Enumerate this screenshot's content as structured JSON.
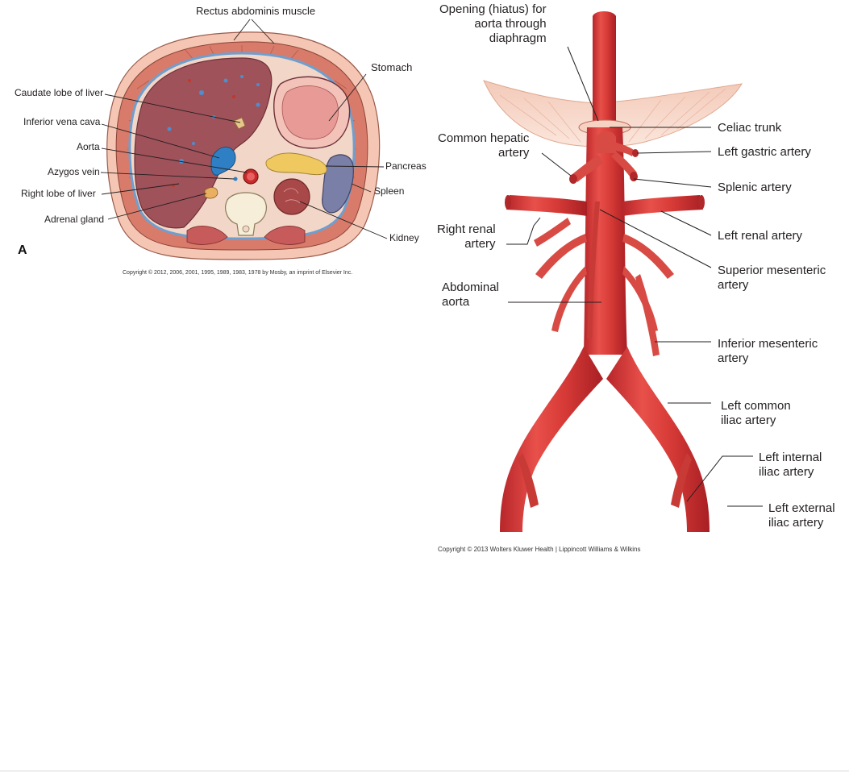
{
  "left_figure": {
    "panel_letter": "A",
    "labels": {
      "rectus": "Rectus abdominis muscle",
      "stomach": "Stomach",
      "caudate": "Caudate lobe of liver",
      "ivc": "Inferior vena cava",
      "aorta": "Aorta",
      "azygos": "Azygos vein",
      "right_lobe": "Right lobe of liver",
      "adrenal": "Adrenal gland",
      "pancreas": "Pancreas",
      "spleen": "Spleen",
      "kidney": "Kidney"
    },
    "copyright": "Copyright © 2012, 2006, 2001, 1995, 1989, 1983, 1978 by Mosby, an imprint of Elsevier Inc."
  },
  "right_figure": {
    "labels": {
      "hiatus": [
        "Opening (hiatus) for",
        "aorta through",
        "diaphragm"
      ],
      "celiac": "Celiac trunk",
      "common_hepatic": [
        "Common hepatic",
        "artery"
      ],
      "left_gastric": "Left gastric artery",
      "splenic": "Splenic artery",
      "right_renal": [
        "Right renal",
        "artery"
      ],
      "left_renal": "Left renal artery",
      "superior_mesenteric": [
        "Superior mesenteric",
        "artery"
      ],
      "abdominal_aorta": [
        "Abdominal",
        "aorta"
      ],
      "inferior_mesenteric": [
        "Inferior mesenteric",
        "artery"
      ],
      "left_common_iliac": [
        "Left common",
        "iliac artery"
      ],
      "left_internal_iliac": [
        "Left internal",
        "iliac artery"
      ],
      "left_external_iliac": [
        "Left external",
        "iliac artery"
      ]
    },
    "copyright": "Copyright © 2013 Wolters Kluwer Health | Lippincott Williams & Wilkins"
  }
}
